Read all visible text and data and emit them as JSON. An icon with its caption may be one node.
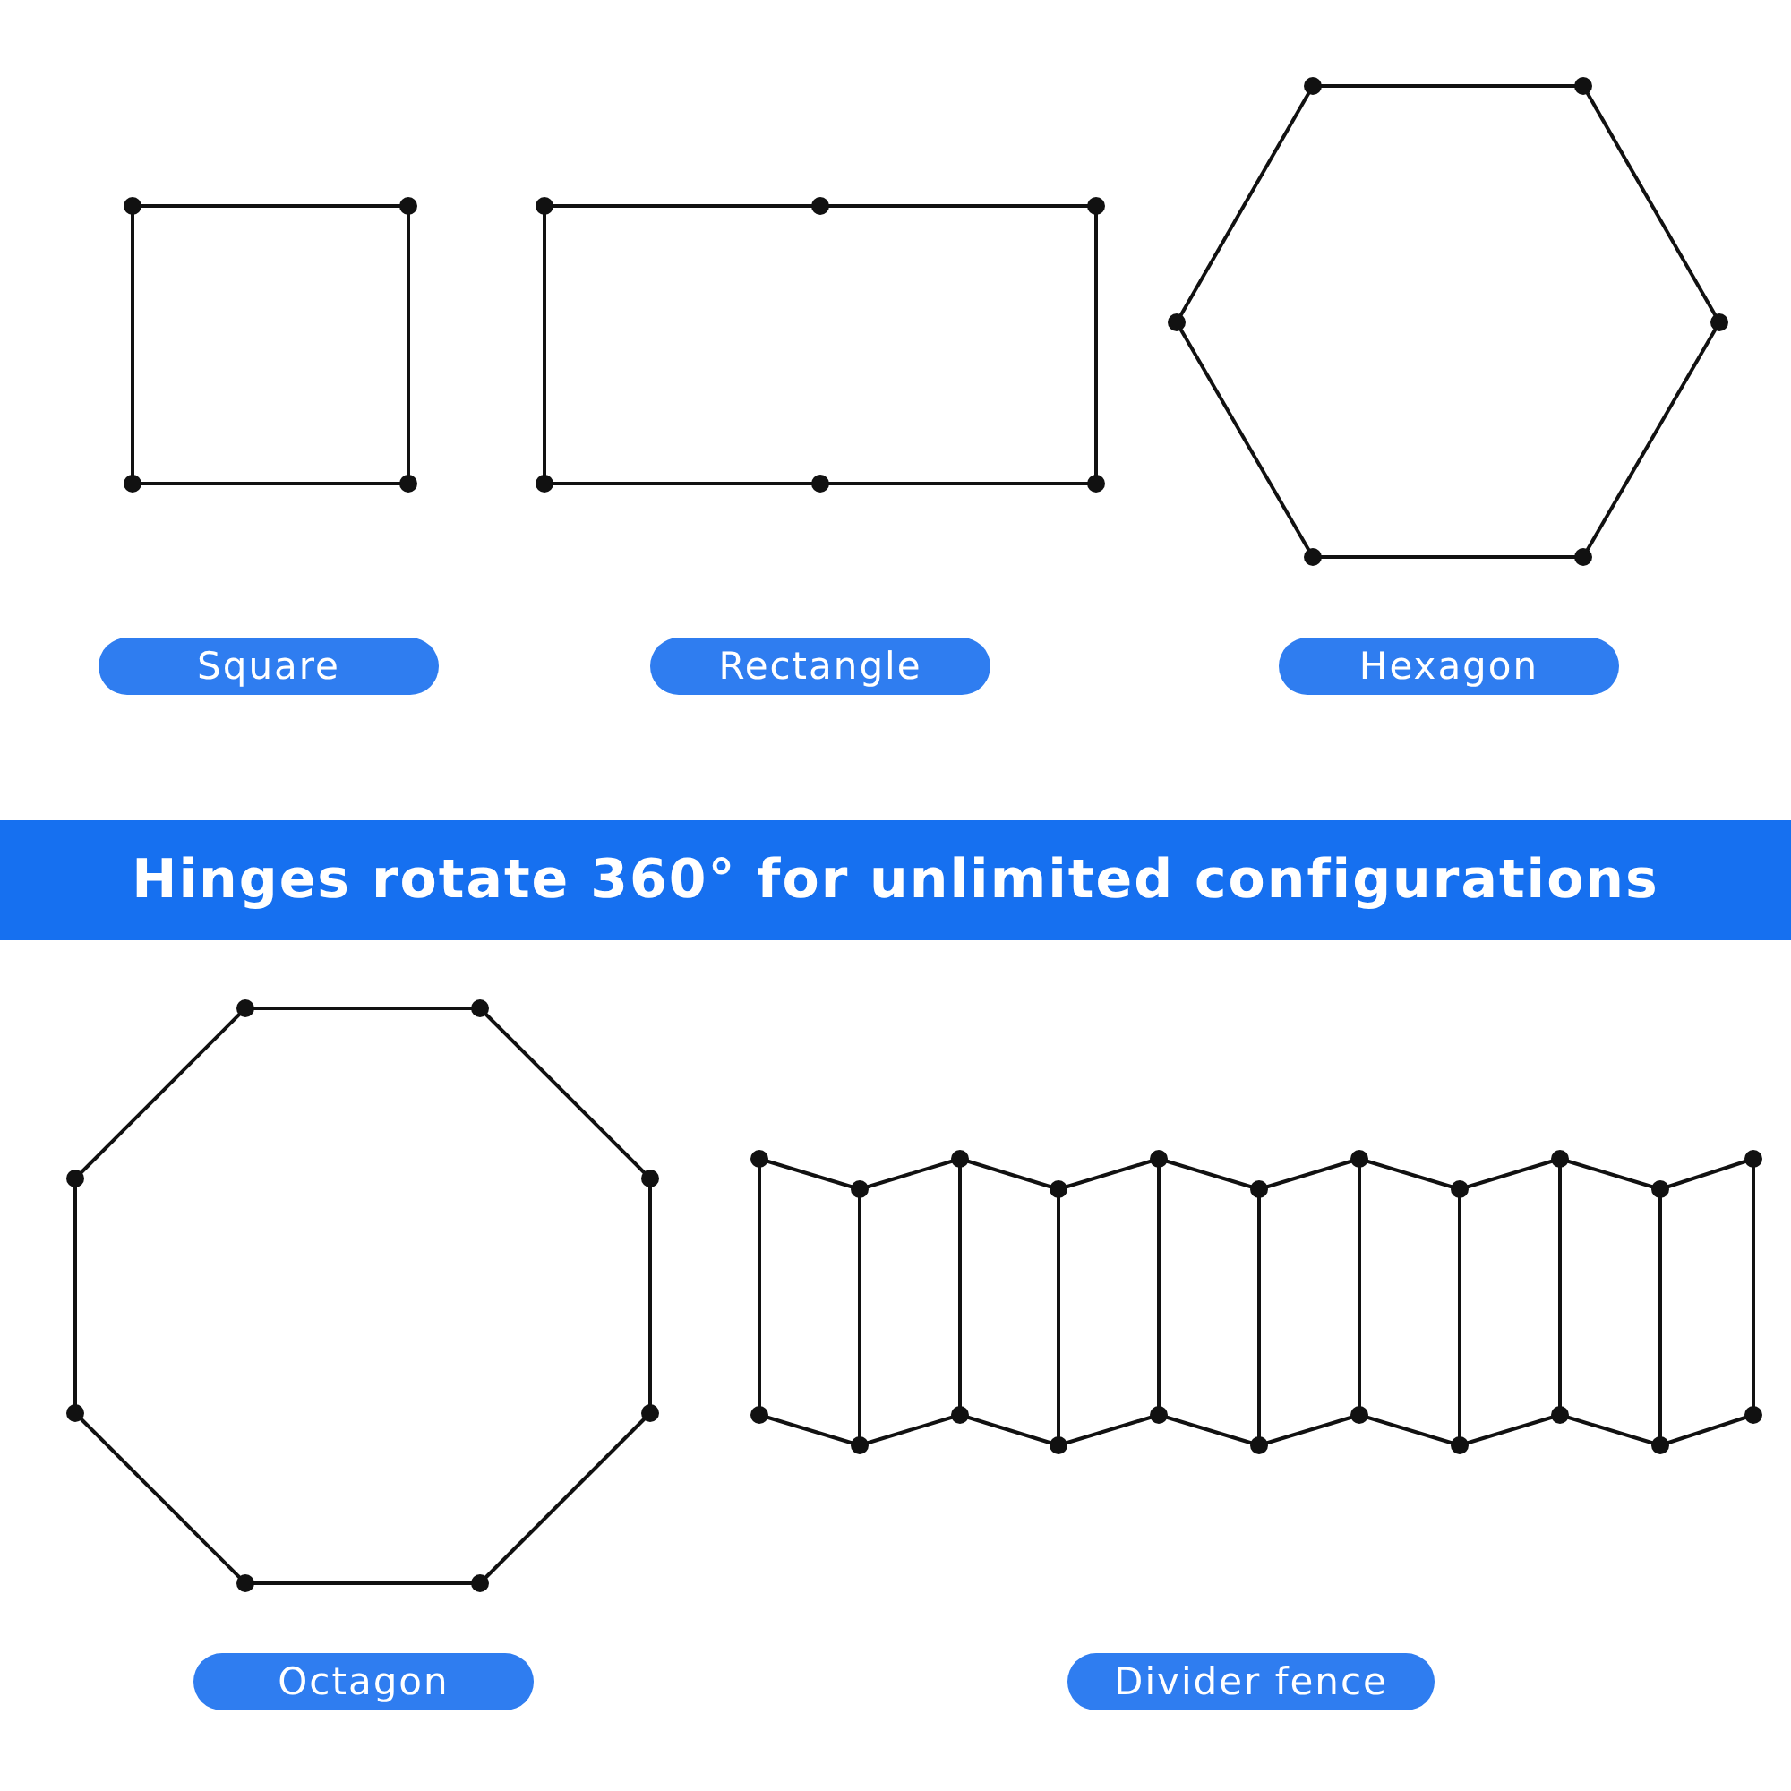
{
  "diagram": {
    "title": "Hinges rotate 360° for unlimited configurations",
    "nodes": [
      {
        "text": [
          "Square"
        ]
      },
      {
        "text": [
          "Rectangle"
        ]
      },
      {
        "text": [
          "Hexagon"
        ]
      },
      {
        "text": [
          "Octagon"
        ]
      },
      {
        "text": [
          "Divider fence"
        ]
      }
    ]
  }
}
